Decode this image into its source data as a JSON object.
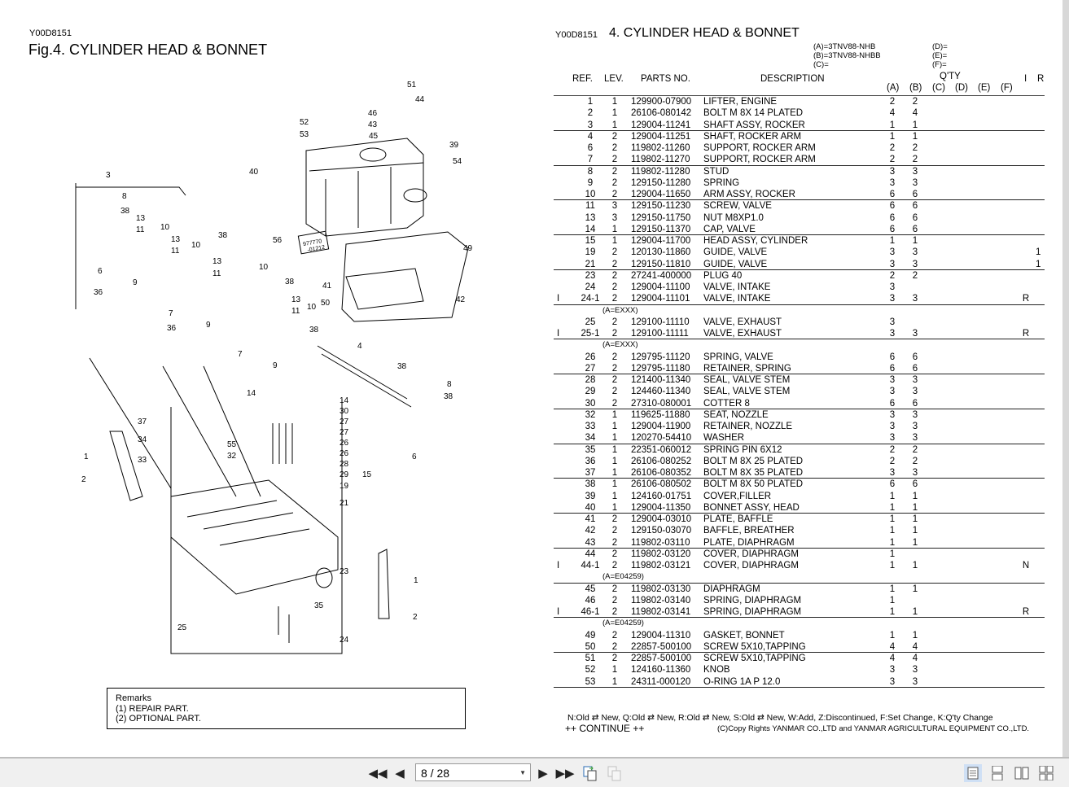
{
  "left_page": {
    "doc_code": "Y00D8151",
    "figure_title": "Fig.4.  CYLINDER HEAD & BONNET",
    "remarks": {
      "title": "Remarks",
      "lines": [
        "(1) REPAIR PART.",
        "(2) OPTIONAL PART."
      ]
    },
    "callouts": [
      "51",
      "44",
      "46",
      "43",
      "45",
      "52",
      "53",
      "39",
      "54",
      "40",
      "3",
      "8",
      "38",
      "13",
      "11",
      "10",
      "13",
      "11",
      "10",
      "38",
      "6",
      "9",
      "36",
      "7",
      "13",
      "11",
      "10",
      "38",
      "9",
      "36",
      "7",
      "13",
      "11",
      "10",
      "38",
      "9",
      "4",
      "56",
      "49",
      "41",
      "50",
      "42",
      "38",
      "8",
      "38",
      "14",
      "14",
      "30",
      "27",
      "27",
      "26",
      "26",
      "28",
      "29",
      "15",
      "19",
      "21",
      "6",
      "37",
      "34",
      "33",
      "55",
      "32",
      "1",
      "2",
      "23",
      "1",
      "35",
      "2",
      "25",
      "24"
    ],
    "tube_label": [
      "977770",
      "-01212"
    ]
  },
  "right_page": {
    "doc_code": "Y00D8151",
    "section_title": "4.  CYLINDER HEAD & BONNET",
    "models": {
      "A": "(A)=3TNV88-NHB",
      "B": "(B)=3TNV88-NHBB",
      "C": "(C)=",
      "D": "(D)=",
      "E": "(E)=",
      "F": "(F)="
    },
    "headers": {
      "ref": "REF.",
      "lev": "LEV.",
      "parts_no": "PARTS NO.",
      "description": "DESCRIPTION",
      "qty": "Q'TY",
      "a": "(A)",
      "b": "(B)",
      "c": "(C)",
      "d": "(D)",
      "e": "(E)",
      "f": "(F)",
      "i": "I",
      "r": "R"
    },
    "rows": [
      {
        "ref": "1",
        "lev": "1",
        "pn": "129900-07900",
        "desc": "LIFTER, ENGINE",
        "a": "2",
        "b": "2"
      },
      {
        "ref": "2",
        "lev": "1",
        "pn": "26106-080142",
        "desc": "BOLT M 8X 14 PLATED",
        "a": "4",
        "b": "4"
      },
      {
        "ref": "3",
        "lev": "1",
        "pn": "129004-11241",
        "desc": "SHAFT ASSY, ROCKER",
        "a": "1",
        "b": "1",
        "sep": true
      },
      {
        "ref": "4",
        "lev": "2",
        "pn": "129004-11251",
        "desc": "SHAFT, ROCKER ARM",
        "a": "1",
        "b": "1"
      },
      {
        "ref": "6",
        "lev": "2",
        "pn": "119802-11260",
        "desc": "SUPPORT, ROCKER ARM",
        "a": "2",
        "b": "2"
      },
      {
        "ref": "7",
        "lev": "2",
        "pn": "119802-11270",
        "desc": "SUPPORT, ROCKER ARM",
        "a": "2",
        "b": "2",
        "sep": true
      },
      {
        "ref": "8",
        "lev": "2",
        "pn": "119802-11280",
        "desc": "STUD",
        "a": "3",
        "b": "3"
      },
      {
        "ref": "9",
        "lev": "2",
        "pn": "129150-11280",
        "desc": "SPRING",
        "a": "3",
        "b": "3"
      },
      {
        "ref": "10",
        "lev": "2",
        "pn": "129004-11650",
        "desc": "ARM ASSY, ROCKER",
        "a": "6",
        "b": "6",
        "sep": true
      },
      {
        "ref": "11",
        "lev": "3",
        "pn": "129150-11230",
        "desc": "SCREW, VALVE",
        "a": "6",
        "b": "6"
      },
      {
        "ref": "13",
        "lev": "3",
        "pn": "129150-11750",
        "desc": "NUT M8XP1.0",
        "a": "6",
        "b": "6"
      },
      {
        "ref": "14",
        "lev": "1",
        "pn": "129150-11370",
        "desc": "CAP, VALVE",
        "a": "6",
        "b": "6",
        "sep": true
      },
      {
        "ref": "15",
        "lev": "1",
        "pn": "129004-11700",
        "desc": "HEAD ASSY, CYLINDER",
        "a": "1",
        "b": "1"
      },
      {
        "ref": "19",
        "lev": "2",
        "pn": "120130-11860",
        "desc": "GUIDE, VALVE",
        "a": "3",
        "b": "3",
        "extra": "1"
      },
      {
        "ref": "21",
        "lev": "2",
        "pn": "129150-11810",
        "desc": "GUIDE, VALVE",
        "a": "3",
        "b": "3",
        "extra": "1",
        "sep": true
      },
      {
        "ref": "23",
        "lev": "2",
        "pn": "27241-400000",
        "desc": "PLUG 40",
        "a": "2",
        "b": "2"
      },
      {
        "ref": "24",
        "lev": "2",
        "pn": "129004-11100",
        "desc": "VALVE, INTAKE",
        "a": "3",
        "b": ""
      },
      {
        "i": "I",
        "ref": "24-1",
        "lev": "2",
        "pn": "129004-11101",
        "desc": "VALVE, INTAKE",
        "a": "3",
        "b": "3",
        "r": "R",
        "sep": true
      },
      {
        "note": "(A=EXXX)"
      },
      {
        "ref": "25",
        "lev": "2",
        "pn": "129100-11110",
        "desc": "VALVE, EXHAUST",
        "a": "3",
        "b": ""
      },
      {
        "i": "I",
        "ref": "25-1",
        "lev": "2",
        "pn": "129100-11111",
        "desc": "VALVE, EXHAUST",
        "a": "3",
        "b": "3",
        "r": "R",
        "sep": true
      },
      {
        "note": "(A=EXXX)"
      },
      {
        "ref": "26",
        "lev": "2",
        "pn": "129795-11120",
        "desc": "SPRING, VALVE",
        "a": "6",
        "b": "6"
      },
      {
        "ref": "27",
        "lev": "2",
        "pn": "129795-11180",
        "desc": "RETAINER, SPRING",
        "a": "6",
        "b": "6",
        "sep": true
      },
      {
        "ref": "28",
        "lev": "2",
        "pn": "121400-11340",
        "desc": "SEAL, VALVE STEM",
        "a": "3",
        "b": "3"
      },
      {
        "ref": "29",
        "lev": "2",
        "pn": "124460-11340",
        "desc": "SEAL, VALVE STEM",
        "a": "3",
        "b": "3"
      },
      {
        "ref": "30",
        "lev": "2",
        "pn": "27310-080001",
        "desc": "COTTER  8",
        "a": "6",
        "b": "6",
        "sep": true
      },
      {
        "ref": "32",
        "lev": "1",
        "pn": "119625-11880",
        "desc": "SEAT, NOZZLE",
        "a": "3",
        "b": "3"
      },
      {
        "ref": "33",
        "lev": "1",
        "pn": "129004-11900",
        "desc": "RETAINER, NOZZLE",
        "a": "3",
        "b": "3"
      },
      {
        "ref": "34",
        "lev": "1",
        "pn": "120270-54410",
        "desc": "WASHER",
        "a": "3",
        "b": "3",
        "sep": true
      },
      {
        "ref": "35",
        "lev": "1",
        "pn": "22351-060012",
        "desc": "SPRING PIN 6X12",
        "a": "2",
        "b": "2"
      },
      {
        "ref": "36",
        "lev": "1",
        "pn": "26106-080252",
        "desc": "BOLT M 8X 25 PLATED",
        "a": "2",
        "b": "2"
      },
      {
        "ref": "37",
        "lev": "1",
        "pn": "26106-080352",
        "desc": "BOLT M 8X 35 PLATED",
        "a": "3",
        "b": "3",
        "sep": true
      },
      {
        "ref": "38",
        "lev": "1",
        "pn": "26106-080502",
        "desc": "BOLT M 8X 50 PLATED",
        "a": "6",
        "b": "6"
      },
      {
        "ref": "39",
        "lev": "1",
        "pn": "124160-01751",
        "desc": "COVER,FILLER",
        "a": "1",
        "b": "1"
      },
      {
        "ref": "40",
        "lev": "1",
        "pn": "129004-11350",
        "desc": "BONNET ASSY, HEAD",
        "a": "1",
        "b": "1",
        "sep": true
      },
      {
        "ref": "41",
        "lev": "2",
        "pn": "129004-03010",
        "desc": "PLATE, BAFFLE",
        "a": "1",
        "b": "1"
      },
      {
        "ref": "42",
        "lev": "2",
        "pn": "129150-03070",
        "desc": "BAFFLE, BREATHER",
        "a": "1",
        "b": "1"
      },
      {
        "ref": "43",
        "lev": "2",
        "pn": "119802-03110",
        "desc": "PLATE, DIAPHRAGM",
        "a": "1",
        "b": "1",
        "sep": true
      },
      {
        "ref": "44",
        "lev": "2",
        "pn": "119802-03120",
        "desc": "COVER, DIAPHRAGM",
        "a": "1",
        "b": ""
      },
      {
        "i": "I",
        "ref": "44-1",
        "lev": "2",
        "pn": "119802-03121",
        "desc": "COVER, DIAPHRAGM",
        "a": "1",
        "b": "1",
        "r": "N"
      },
      {
        "note": "(A=E04259)",
        "sep": true
      },
      {
        "ref": "45",
        "lev": "2",
        "pn": "119802-03130",
        "desc": "DIAPHRAGM",
        "a": "1",
        "b": "1"
      },
      {
        "ref": "46",
        "lev": "2",
        "pn": "119802-03140",
        "desc": "SPRING, DIAPHRAGM",
        "a": "1",
        "b": ""
      },
      {
        "i": "I",
        "ref": "46-1",
        "lev": "2",
        "pn": "119802-03141",
        "desc": "SPRING, DIAPHRAGM",
        "a": "1",
        "b": "1",
        "r": "R",
        "sep": true
      },
      {
        "note": "(A=E04259)"
      },
      {
        "ref": "49",
        "lev": "2",
        "pn": "129004-11310",
        "desc": "GASKET, BONNET",
        "a": "1",
        "b": "1"
      },
      {
        "ref": "50",
        "lev": "2",
        "pn": "22857-500100",
        "desc": "SCREW 5X10,TAPPING",
        "a": "4",
        "b": "4",
        "sep": true
      },
      {
        "ref": "51",
        "lev": "2",
        "pn": "22857-500100",
        "desc": "SCREW 5X10,TAPPING",
        "a": "4",
        "b": "4"
      },
      {
        "ref": "52",
        "lev": "1",
        "pn": "124160-11360",
        "desc": "KNOB",
        "a": "3",
        "b": "3"
      },
      {
        "ref": "53",
        "lev": "1",
        "pn": "24311-000120",
        "desc": "O-RING 1A P 12.0",
        "a": "3",
        "b": "3",
        "sep": true
      }
    ],
    "legend": "N:Old ⇄ New,  Q:Old ⇄ New,  R:Old ⇄ New,  S:Old ⇄ New,  W:Add,  Z:Discontinued,  F:Set Change,  K:Q'ty Change",
    "continue": "++ CONTINUE ++",
    "copyright": "(C)Copy Rights  YANMAR CO.,LTD and YANMAR AGRICULTURAL EQUIPMENT CO.,LTD."
  },
  "toolbar": {
    "page_indicator": "8 / 28",
    "icons": [
      "first-page-icon",
      "previous-page-icon",
      "next-page-icon",
      "last-page-icon",
      "previous-view-icon",
      "next-view-icon",
      "single-page-view-icon",
      "continuous-view-icon",
      "facing-view-icon",
      "continuous-facing-view-icon"
    ],
    "active_view": "single-page-view"
  }
}
